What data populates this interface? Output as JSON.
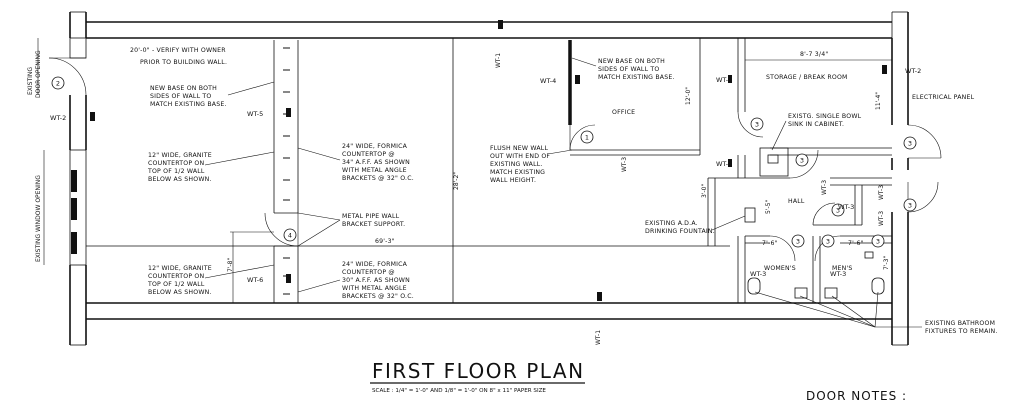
{
  "title": "FIRST FLOOR PLAN",
  "scale": "SCALE : 1/4\" = 1'-0\"  AND  1/8\" = 1'-0\" ON 8\" x 11\" PAPER SIZE",
  "door_notes": "DOOR NOTES :",
  "tags": {
    "wt1_top": "WT-1",
    "wt1_bottom": "WT-1",
    "wt2_left": "WT-2",
    "wt2_right": "WT-2",
    "wt4_office": "WT-4",
    "wt5_left": "WT-5",
    "wt6_left": "WT-6",
    "wt3_a": "WT-3",
    "wt3_b": "WT-3",
    "wt3_c": "WT-3",
    "wt3_d": "WT-3",
    "wt3_e": "WT-3",
    "wt3_f": "WT-3",
    "wt3_g": "WT-3",
    "wt3_h": "WT-3",
    "wt3_i": "WT-3"
  },
  "rooms": {
    "office": "OFFICE",
    "storage": "STORAGE / BREAK ROOM",
    "hall": "HALL",
    "womens": "WOMEN'S",
    "mens": "MEN'S",
    "electrical": "ELECTRICAL PANEL"
  },
  "dimensions": {
    "top_width": "20'-0\" - VERIFY WITH OWNER",
    "top_width_2": "PRIOR TO BUILDING WALL.",
    "depth": "28'-2\"",
    "width": "69'-3\"",
    "storage_w": "8'-7 3/4\"",
    "office_d": "12'-0\"",
    "storage_d": "11'-4\"",
    "hall_w": "3'-0\"",
    "hall_d": "5'-5\"",
    "wr_w": "7'-6\"",
    "mr_w": "7'-6\"",
    "mr_d": "7'-3\"",
    "lower_d": "7'-8\""
  },
  "notes": {
    "new_base_left": [
      "NEW BASE ON BOTH",
      "SIDES OF WALL TO",
      "MATCH EXISTING BASE."
    ],
    "granite_top": [
      "12\" WIDE, GRANITE",
      "COUNTERTOP ON",
      "TOP OF 1/2 WALL",
      "BELOW AS SHOWN."
    ],
    "formica_top": [
      "24\" WIDE, FORMICA",
      "COUNTERTOP @",
      "34\" A.F.F. AS SHOWN",
      "WITH METAL ANGLE",
      "BRACKETS @ 32\" O.C."
    ],
    "metal_pipe": [
      "METAL PIPE WALL",
      "BRACKET SUPPORT."
    ],
    "granite_bottom": [
      "12\" WIDE, GRANITE",
      "COUNTERTOP ON",
      "TOP OF 1/2 WALL",
      "BELOW AS SHOWN."
    ],
    "formica_bottom": [
      "24\" WIDE, FORMICA",
      "COUNTERTOP @",
      "30\" A.F.F. AS SHOWN",
      "WITH METAL ANGLE",
      "BRACKETS @ 32\" O.C."
    ],
    "new_base_office": [
      "NEW BASE ON BOTH",
      "SIDES OF WALL TO",
      "MATCH EXISTING BASE."
    ],
    "flush_wall": [
      "FLUSH NEW WALL",
      "OUT WITH END OF",
      "EXISTING WALL.",
      "MATCH EXISTING",
      "WALL HEIGHT."
    ],
    "sink": [
      "EXISTG. SINGLE BOWL",
      "SINK IN CABINET."
    ],
    "fountain": [
      "EXISTING A.D.A.",
      "DRINKING FOUNTAIN."
    ],
    "bath_fixtures": [
      "EXISTING BATHROOM",
      "FIXTURES TO REMAIN."
    ],
    "door_opening": [
      "EXISTING",
      "DOOR OPENING"
    ],
    "window_opening": "EXISTING WINDOW OPENING"
  },
  "door_marks": [
    "2",
    "4",
    "1",
    "3",
    "3",
    "3",
    "3",
    "3",
    "3",
    "3",
    "3"
  ]
}
